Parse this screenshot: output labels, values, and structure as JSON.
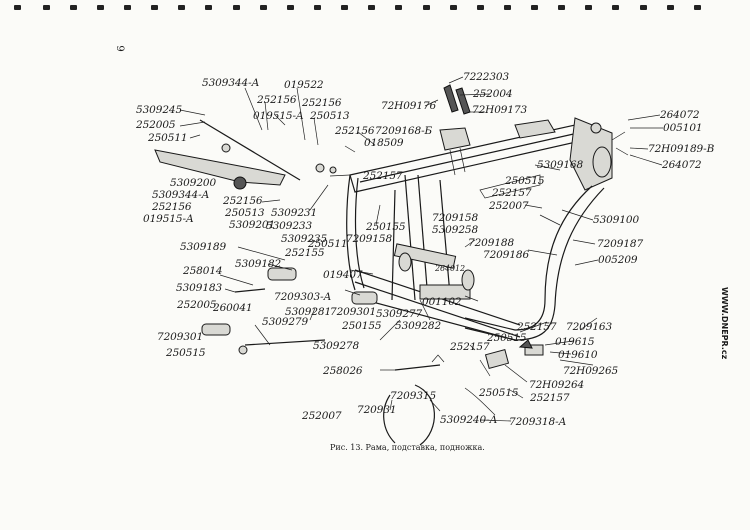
{
  "page_number": "6",
  "side_text": "WWW.DNEPR.cz",
  "caption": "Рис. 13. Рама, подставка, подножка.",
  "labels": {
    "l01": "5309344-А",
    "l02": "019522",
    "l03": "252156",
    "l04": "252156",
    "l05": "5309245",
    "l06": "019515-А",
    "l07": "250513",
    "l08": "252005",
    "l09": "250511",
    "l10": "7222303",
    "l11": "252004",
    "l12": "72Н09176",
    "l13": "72Н09173",
    "l14": "7209168-Б",
    "l15": "252156",
    "l16": "018509",
    "l17": "264072",
    "l18": "005101",
    "l19": "72Н09189-В",
    "l20": "264072",
    "l21": "5309168",
    "l22": "252157",
    "l23": "5309200",
    "l24": "5309344-А",
    "l25": "252156",
    "l26": "019515-А",
    "l27": "252156",
    "l28": "250513",
    "l29": "5309201",
    "l30": "5309231",
    "l31": "5309233",
    "l32": "5309235",
    "l33": "250511",
    "l34": "250515",
    "l35": "252157",
    "l36": "252007",
    "l37": "250155",
    "l38": "7209158",
    "l39": "5309258",
    "l40": "5309100",
    "l41": "7209158",
    "l42": "7209188",
    "l43": "7209187",
    "l44": "7209186",
    "l45": "005209",
    "l46": "5309189",
    "l47": "5309182",
    "l48": "252155",
    "l49": "258014",
    "l50": "019407",
    "l51": "264012",
    "l52": "5309183",
    "l53": "252005",
    "l54": "7209303-А",
    "l55": "260041",
    "l56": "5309281",
    "l57": "5309279",
    "l58": "7209301",
    "l59": "001102",
    "l60": "5309277",
    "l61": "250155",
    "l62": "5309282",
    "l63": "7209301",
    "l64": "250515",
    "l65": "5309278",
    "l66": "252157",
    "l67": "7209163",
    "l68": "019615",
    "l69": "019610",
    "l70": "252157",
    "l71": "72Н09265",
    "l72": "72Н09264",
    "l73": "252157",
    "l74": "258026",
    "l75": "7209315",
    "l76": "250515",
    "l77": "7209318-А",
    "l78": "252007",
    "l79": "720931",
    "l80": "5309240-А",
    "l81": "250515"
  }
}
